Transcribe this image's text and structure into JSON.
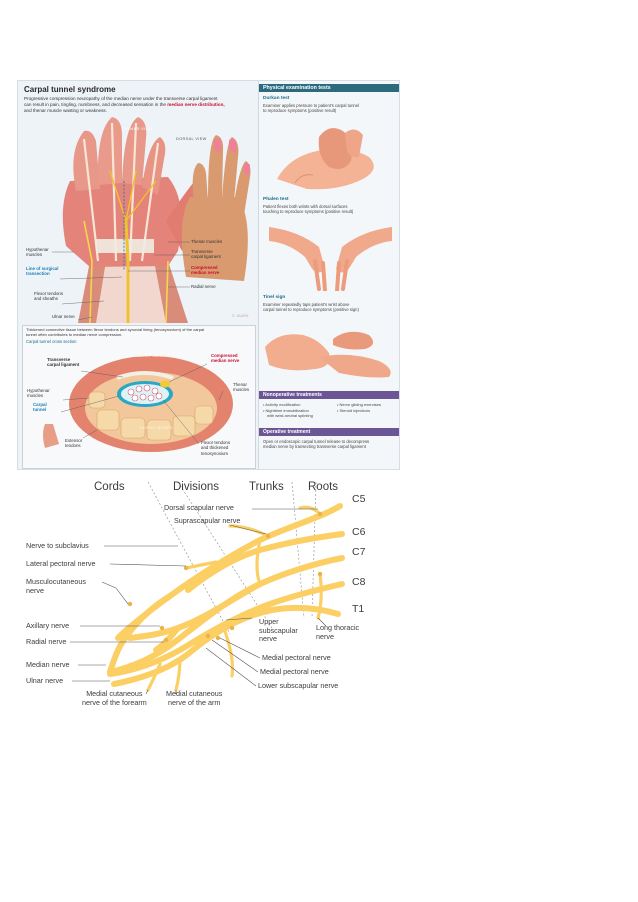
{
  "carpal": {
    "title": "Carpal tunnel syndrome",
    "desc_line1": "Progressive compression neuropathy of the median nerve under the transverse carpal ligament",
    "desc_line2_a": "can result in pain, tingling, numbness, and decreased sensation in the ",
    "desc_line2_hl": "median nerve distribution,",
    "desc_line3": "and thenar muscle wasting or weakness.",
    "palmar_view": "PALMAR VIEW",
    "dorsal_view": "DORSAL VIEW",
    "labels": {
      "thenar_muscles": "Thenar muscles",
      "transverse_lig_1": "Transverse",
      "transverse_lig_2": "carpal ligament",
      "compressed_1": "Compressed",
      "compressed_2": "median nerve",
      "radial_nerve": "Radial nerve",
      "hypothenar_1": "Hypothenar",
      "hypothenar_2": "muscles",
      "surgical_1": "Line of surgical",
      "surgical_2": "transection",
      "flexor_1": "Flexor tendons",
      "flexor_2": "and sheaths",
      "ulnar_nerve": "Ulnar nerve"
    },
    "cross": {
      "caption_1": "Thickened connective tissue between flexor tendons and synovial lining (tenosynovium) of the carpal",
      "caption_2": "tunnel often contributes to median nerve compression.",
      "section_title": "Carpal tunnel cross section",
      "palmar_surface": "PALMAR SURFACE",
      "carpal_bones": "CARPAL BONES",
      "transverse_1": "Transverse",
      "transverse_2": "carpal ligament",
      "compressed_1": "Compressed",
      "compressed_2": "median nerve",
      "hypothenar_1": "Hypothenar",
      "hypothenar_2": "muscles",
      "thenar_1": "Thenar",
      "thenar_2": "muscles",
      "carpal_tunnel_1": "Carpal",
      "carpal_tunnel_2": "tunnel",
      "extensor_1": "Extensor",
      "extensor_2": "tendons",
      "flexor_1": "Flexor tendons",
      "flexor_2": "and thickened",
      "flexor_3": "tenosynovium",
      "credit": "© JAAPA"
    },
    "physical": {
      "header": "Physical examination tests",
      "durkan_name": "Durkan test",
      "durkan_1": "Examiner applies pressure to patient's carpal tunnel",
      "durkan_2": "to reproduce symptoms (positive result)",
      "phalen_name": "Phalen test",
      "phalen_1": "Patient flexes both wrists with dorsal surfaces",
      "phalen_2": "touching to reproduce symptoms (positive result)",
      "tinel_name": "Tinel sign",
      "tinel_1": "Examiner repeatedly taps patient's wrist above",
      "tinel_2": "carpal tunnel to reproduce symptoms (positive sign)"
    },
    "nonoperative": {
      "header": "Nonoperative treatments",
      "b1": "• Activity modification",
      "b2": "• Nighttime immobilization",
      "b2b": "with wrist-neutral splinting",
      "b3": "• Nerve gliding exercises",
      "b4": "• Steroid injections"
    },
    "operative": {
      "header": "Operative treatment",
      "t1": "Open or endoscopic carpal tunnel release to decompress",
      "t2": "median nerve by transecting transverse carpal ligament"
    }
  },
  "plexus": {
    "headers": {
      "cords": "Cords",
      "divisions": "Divisions",
      "trunks": "Trunks",
      "roots": "Roots"
    },
    "roots": [
      "C5",
      "C6",
      "C7",
      "C8",
      "T1"
    ],
    "nerves": {
      "dorsal_scapular": "Dorsal scapular nerve",
      "suprascapular": "Suprascapular nerve",
      "subclavius": "Nerve to subclavius",
      "lateral_pectoral": "Lateral pectoral nerve",
      "musculo_1": "Musculocutaneous",
      "musculo_2": "nerve",
      "axillary": "Axillary nerve",
      "radial": "Radial nerve",
      "median": "Median nerve",
      "ulnar": "Ulnar nerve",
      "med_cut_forearm_1": "Medial cutaneous",
      "med_cut_forearm_2": "nerve of the forearm",
      "med_cut_arm_1": "Medial cutaneous",
      "med_cut_arm_2": "nerve of the arm",
      "upper_sub_1": "Upper",
      "upper_sub_2": "subscapular",
      "upper_sub_3": "nerve",
      "long_thoracic_1": "Long thoracic",
      "long_thoracic_2": "nerve",
      "medial_pectoral_a": "Medial pectoral nerve",
      "medial_pectoral_b": "Medial pectoral nerve",
      "lower_sub": "Lower subscapular nerve"
    },
    "nerve_color": "#fbcf63",
    "nerve_dark": "#e9b24a"
  }
}
